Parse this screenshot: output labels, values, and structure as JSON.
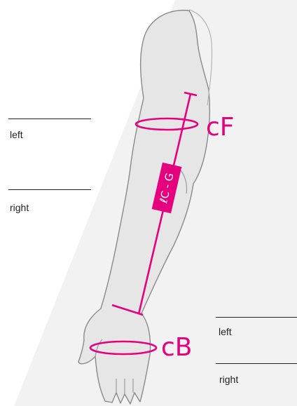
{
  "labels": {
    "upper_circumference": "cF",
    "lower_circumference": "cB",
    "measure_length": "ℓC - G"
  },
  "fields": {
    "upper": {
      "left": "left",
      "right": "right"
    },
    "lower": {
      "left": "left",
      "right": "right"
    }
  },
  "colors": {
    "accent": "#e5007e",
    "skin": "#e6e6e6",
    "outline": "#8a8a8a",
    "line": "#222222"
  }
}
